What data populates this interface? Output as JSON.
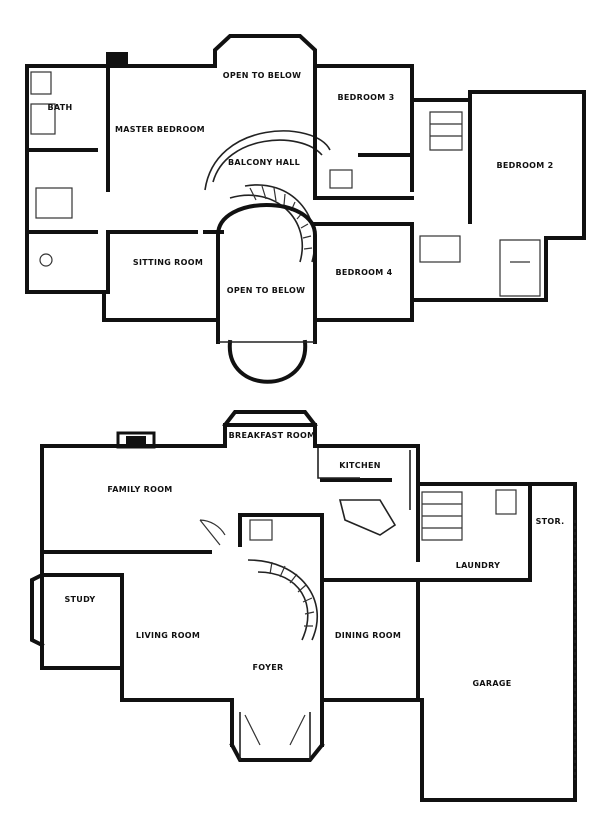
{
  "upper_floor": {
    "rooms": [
      {
        "id": "bath",
        "name": "BATH",
        "dim": ""
      },
      {
        "id": "master-bedroom",
        "name": "MASTER BEDROOM",
        "dim": ""
      },
      {
        "id": "open-to-below-top",
        "name": "OPEN TO BELOW",
        "dim": ""
      },
      {
        "id": "balcony-hall",
        "name": "BALCONY HALL",
        "dim": ""
      },
      {
        "id": "bedroom-3",
        "name": "BEDROOM 3",
        "dim": ""
      },
      {
        "id": "bedroom-2",
        "name": "BEDROOM 2",
        "dim": ""
      },
      {
        "id": "sitting-room",
        "name": "SITTING ROOM",
        "dim": ""
      },
      {
        "id": "open-to-below-bottom",
        "name": "OPEN TO BELOW",
        "dim": ""
      },
      {
        "id": "bedroom-4",
        "name": "BEDROOM 4",
        "dim": ""
      }
    ]
  },
  "main_floor": {
    "rooms": [
      {
        "id": "breakfast-room",
        "name": "BREAKFAST ROOM",
        "dim": ""
      },
      {
        "id": "kitchen",
        "name": "KITCHEN",
        "dim": ""
      },
      {
        "id": "family-room",
        "name": "FAMILY ROOM",
        "dim": ""
      },
      {
        "id": "study",
        "name": "STUDY",
        "dim": ""
      },
      {
        "id": "living-room",
        "name": "LIVING ROOM",
        "dim": ""
      },
      {
        "id": "foyer",
        "name": "FOYER",
        "dim": ""
      },
      {
        "id": "dining-room",
        "name": "DINING ROOM",
        "dim": ""
      },
      {
        "id": "garage",
        "name": "GARAGE",
        "dim": ""
      },
      {
        "id": "laundry",
        "name": "LAUNDRY",
        "dim": ""
      },
      {
        "id": "stor",
        "name": "STOR.",
        "dim": ""
      }
    ]
  }
}
